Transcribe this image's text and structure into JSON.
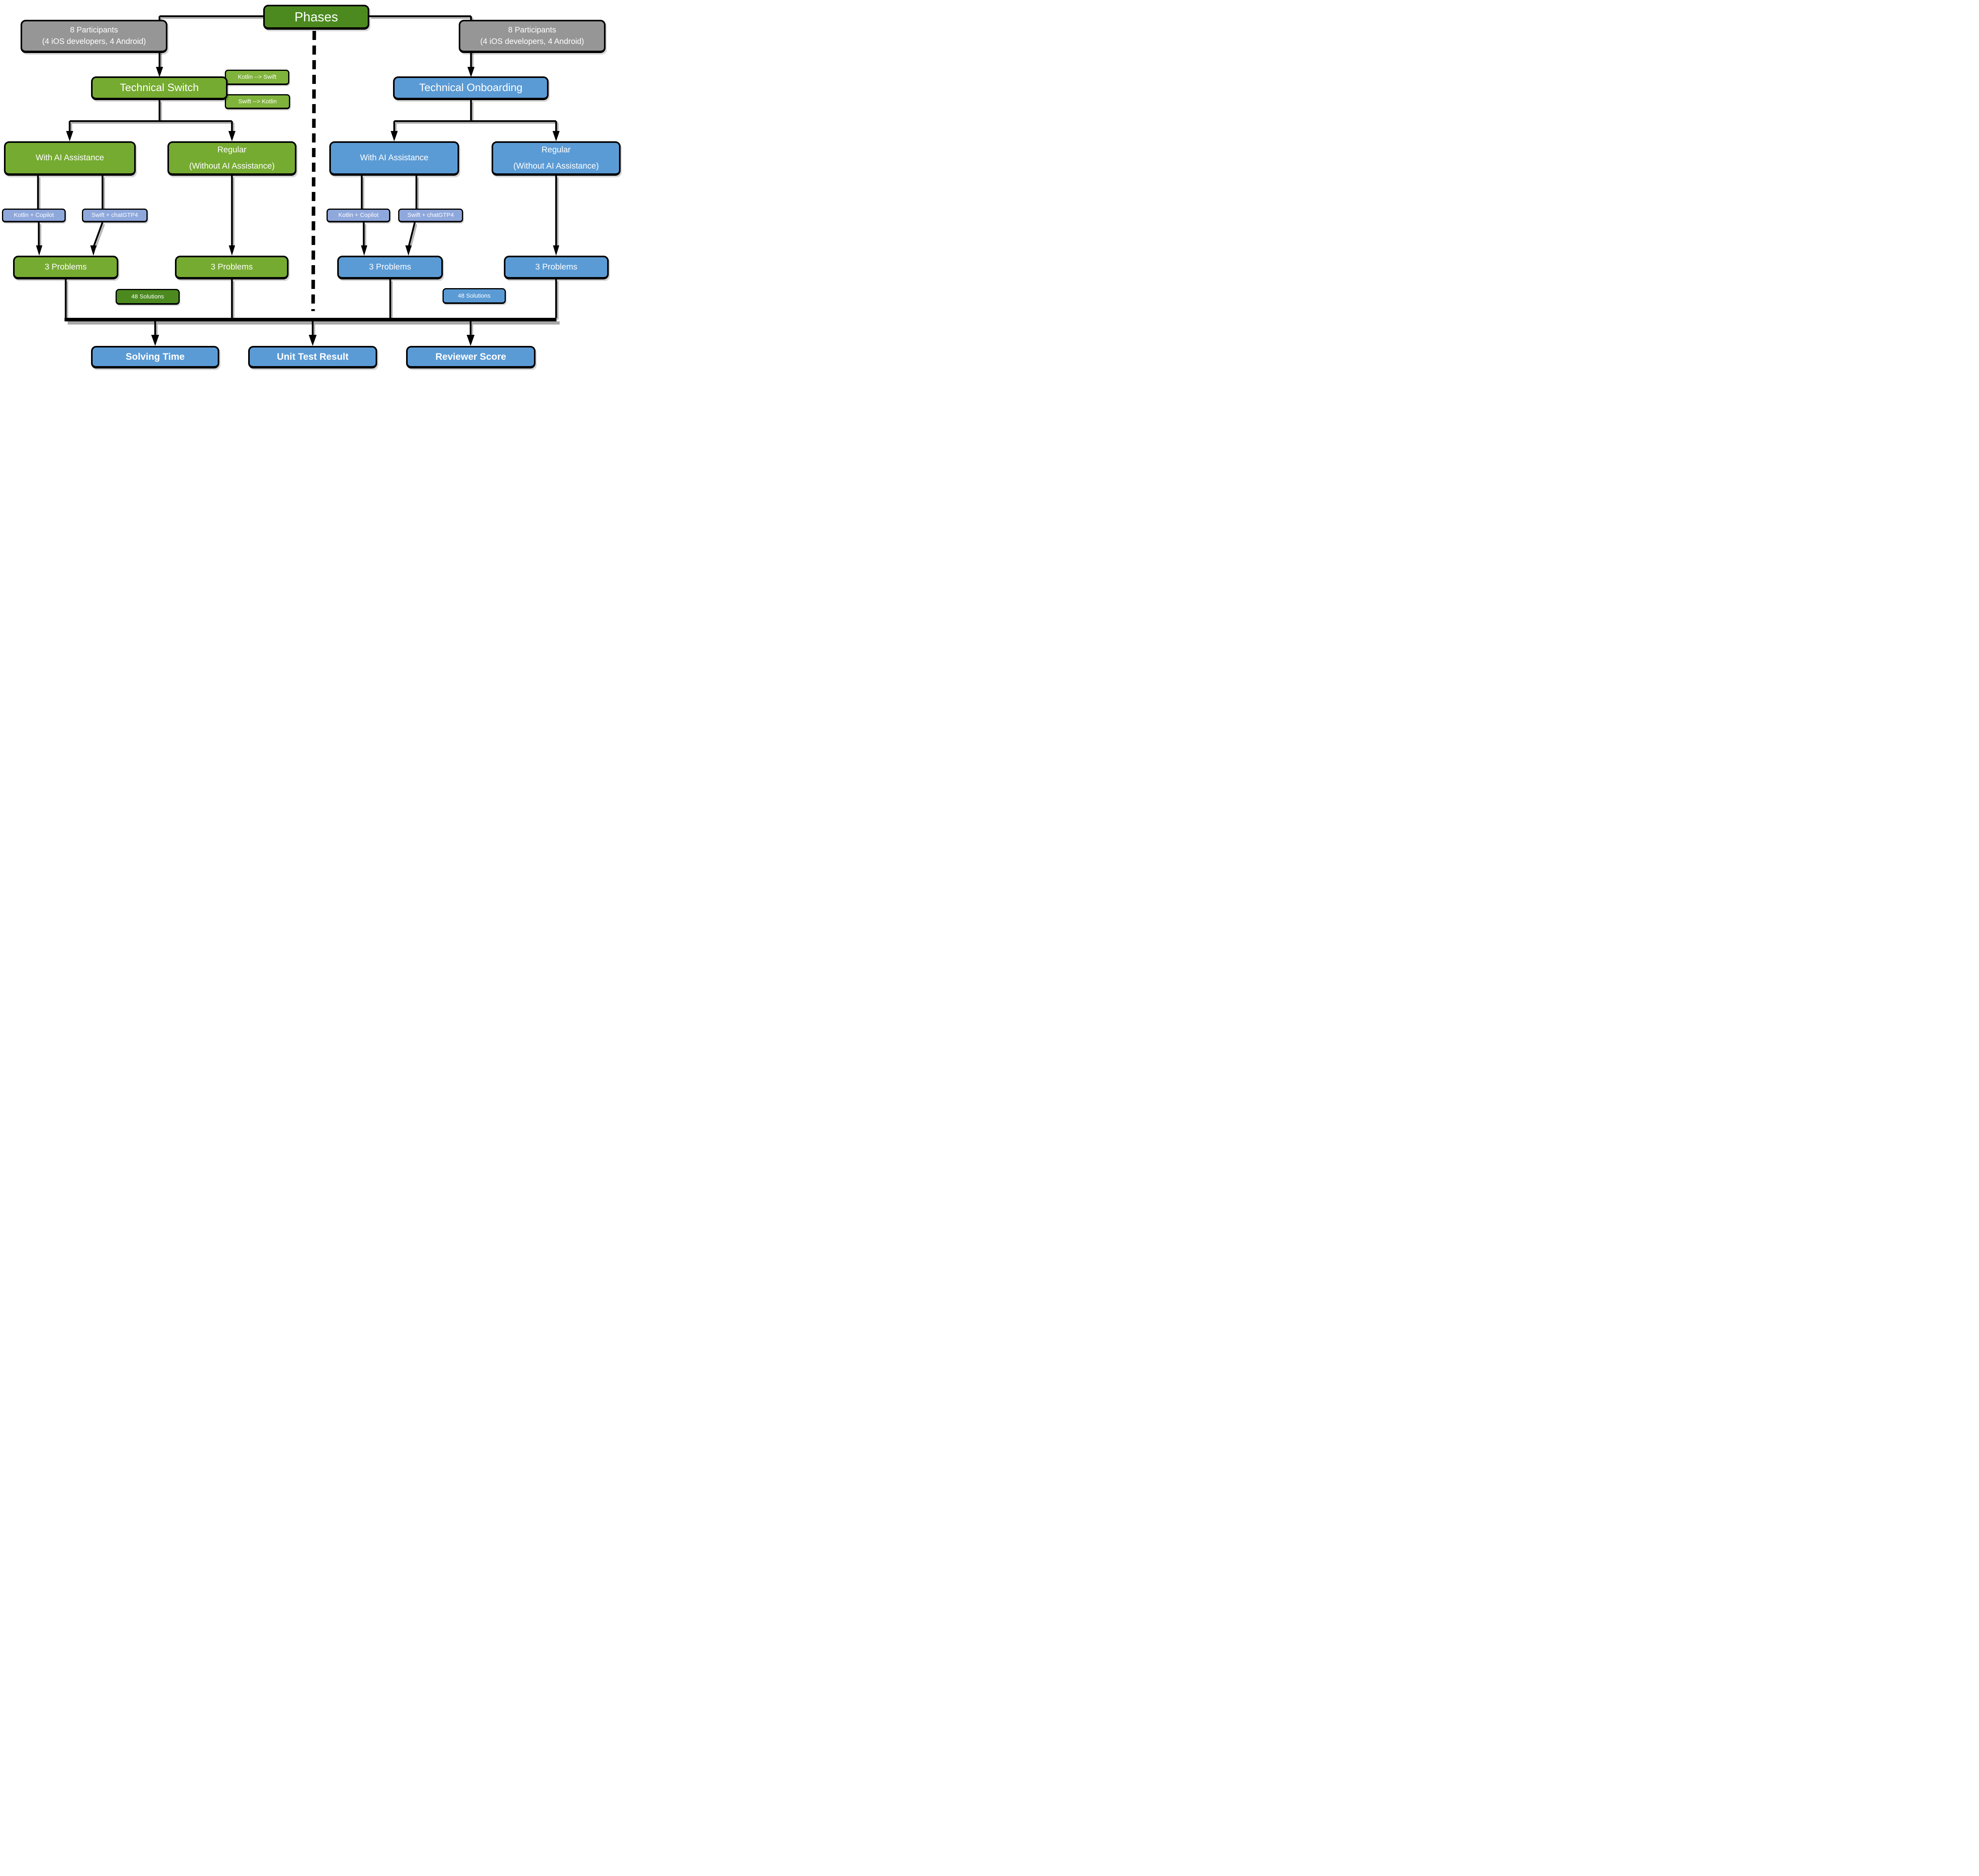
{
  "colors": {
    "dark_green": "#4C8A1F",
    "green": "#76AB31",
    "tag_green": "#7FB33B",
    "blue": "#5B9BD5",
    "periwinkle": "#8FA8DC",
    "participants_gray": "#969696",
    "connector_black": "#000000",
    "connector_shadow_gray": "#B5B5B5"
  },
  "phases": {
    "label": "Phases"
  },
  "left": {
    "participants": {
      "line1": "8 Participants",
      "line2": "(4 iOS developers, 4 Android)"
    },
    "phase_label": "Technical Switch",
    "tag_top": "Kotlin --> Swift",
    "tag_bottom": "Swift --> Kotlin",
    "with_ai_label": "With AI Assistance",
    "regular_line1": "Regular",
    "regular_line2": "(Without AI Assistance)",
    "tool_kotlin": "Kotlin + Copilot",
    "tool_swift": "Swift + chatGTP4",
    "problems_ai": "3 Problems",
    "problems_regular": "3 Problems",
    "solutions": "48 Solutions"
  },
  "right": {
    "participants": {
      "line1": "8 Participants",
      "line2": "(4 iOS developers, 4 Android)"
    },
    "phase_label": "Technical Onboarding",
    "with_ai_label": "With AI Assistance",
    "regular_line1": "Regular",
    "regular_line2": "(Without AI Assistance)",
    "tool_kotlin": "Kotlin + Copilot",
    "tool_swift": "Swift + chatGTP4",
    "problems_ai": "3 Problems",
    "problems_regular": "3 Problems",
    "solutions": "48 Solutions"
  },
  "outcomes": {
    "solving_time": "Solving Time",
    "unit_test": "Unit Test Result",
    "reviewer_score": "Reviewer Score"
  }
}
